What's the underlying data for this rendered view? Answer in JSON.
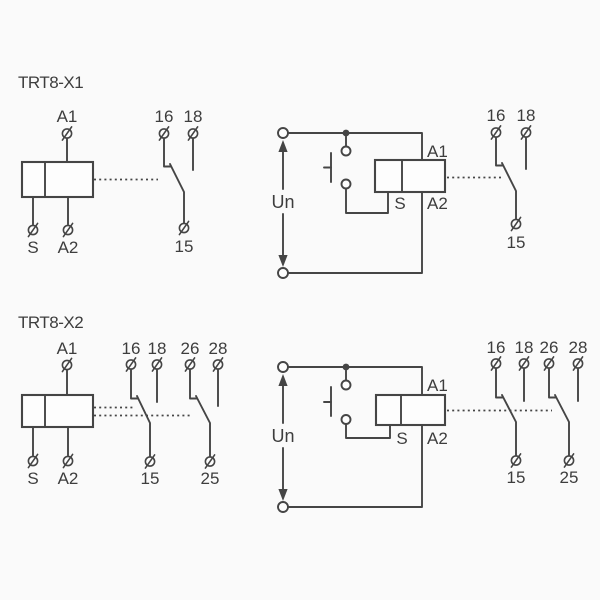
{
  "colors": {
    "bg": "#fafafa",
    "line": "#454545",
    "text": "#3d3d3d"
  },
  "x1_schematic": {
    "title": "TRT8-X1",
    "labels": {
      "a1": "A1",
      "s": "S",
      "a2": "A2",
      "t16": "16",
      "t18": "18",
      "t15": "15"
    }
  },
  "x1_wiring": {
    "supply": "Un",
    "labels": {
      "a1": "A1",
      "s": "S",
      "a2": "A2",
      "t16": "16",
      "t18": "18",
      "t15": "15"
    }
  },
  "x2_schematic": {
    "title": "TRT8-X2",
    "labels": {
      "a1": "A1",
      "s": "S",
      "a2": "A2",
      "t16": "16",
      "t18": "18",
      "t26": "26",
      "t28": "28",
      "t15": "15",
      "t25": "25"
    }
  },
  "x2_wiring": {
    "supply": "Un",
    "labels": {
      "a1": "A1",
      "s": "S",
      "a2": "A2",
      "t16": "16",
      "t18": "18",
      "t26": "26",
      "t28": "28",
      "t15": "15",
      "t25": "25"
    }
  }
}
